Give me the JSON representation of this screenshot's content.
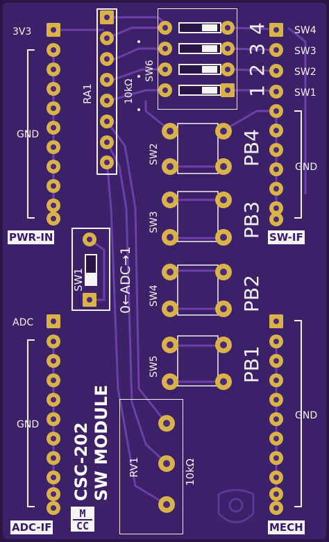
{
  "board": {
    "title": "CSC-202",
    "subtitle": "SW MODULE",
    "logo_letters": [
      "M",
      "CC"
    ]
  },
  "connectors": {
    "pwr_in": {
      "label": "PWR-IN",
      "pin1": "3V3",
      "group": "GND"
    },
    "sw_if": {
      "label": "SW-IF",
      "pins": [
        "SW4",
        "SW3",
        "SW2",
        "SW1"
      ],
      "group": "GND"
    },
    "adc_if": {
      "label": "ADC-IF",
      "pin1": "ADC",
      "group": "GND"
    },
    "mech": {
      "label": "MECH",
      "group": "GND"
    }
  },
  "parts": {
    "ra1": {
      "ref": "RA1",
      "value": "10kΩ"
    },
    "sw6": {
      "ref": "SW6",
      "numbers": [
        "4",
        "3",
        "2",
        "1"
      ]
    },
    "sw1": {
      "ref": "SW1",
      "direction": "0←ADC→1"
    },
    "rv1": {
      "ref": "RV1",
      "value": "10kΩ"
    },
    "buttons": [
      {
        "ref": "SW2",
        "label": "PB4"
      },
      {
        "ref": "SW3",
        "label": "PB3"
      },
      {
        "ref": "SW4",
        "label": "PB2"
      },
      {
        "ref": "SW5",
        "label": "PB1"
      }
    ]
  },
  "colors": {
    "board": "#2a1646",
    "mask": "#4b2a78",
    "pad": "#d9b24a",
    "silk": "#f4f4f4"
  }
}
